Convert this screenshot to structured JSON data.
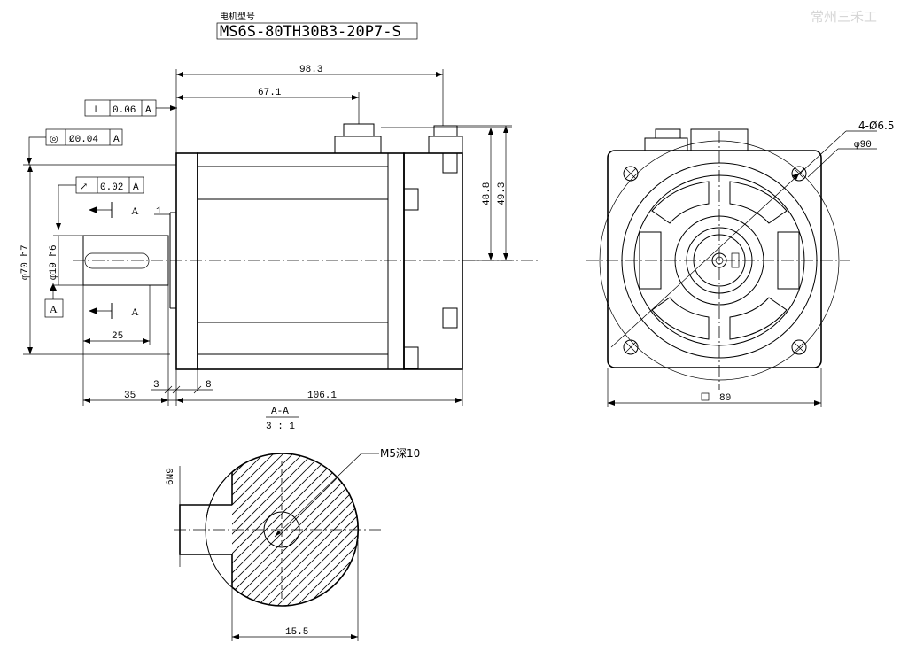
{
  "title_block": {
    "label": "电机型号",
    "model": "MS6S-80TH30B3-20P7-S"
  },
  "watermark": "常州三禾工",
  "gdt": {
    "perpendicularity": {
      "symbol": "⊥",
      "value": "0.06",
      "datum": "A"
    },
    "concentricity": {
      "symbol": "◎",
      "value": "Ø0.04",
      "datum": "A"
    },
    "runout": {
      "symbol": "↗",
      "value": "0.02",
      "datum": "A"
    },
    "datum_label": "A"
  },
  "dimensions": {
    "overall_length": "98.3",
    "connector_pos": "67.1",
    "height_48": "48.8",
    "height_49": "49.3",
    "flange_dia": "φ70 h7",
    "shaft_dia": "φ19 h6",
    "shaft_len": "25",
    "shaft_total": "35",
    "gap_3": "3",
    "flange_8": "8",
    "body_len": "106.1",
    "chamfer": "1",
    "holes": "4-Ø6.5",
    "pcd": "φ90",
    "square": "80",
    "key_width": "6N9",
    "key_depth": "15.5",
    "tap": "M5深10"
  },
  "section": {
    "name": "A-A",
    "scale": "3 : 1",
    "cut_label": "A"
  }
}
